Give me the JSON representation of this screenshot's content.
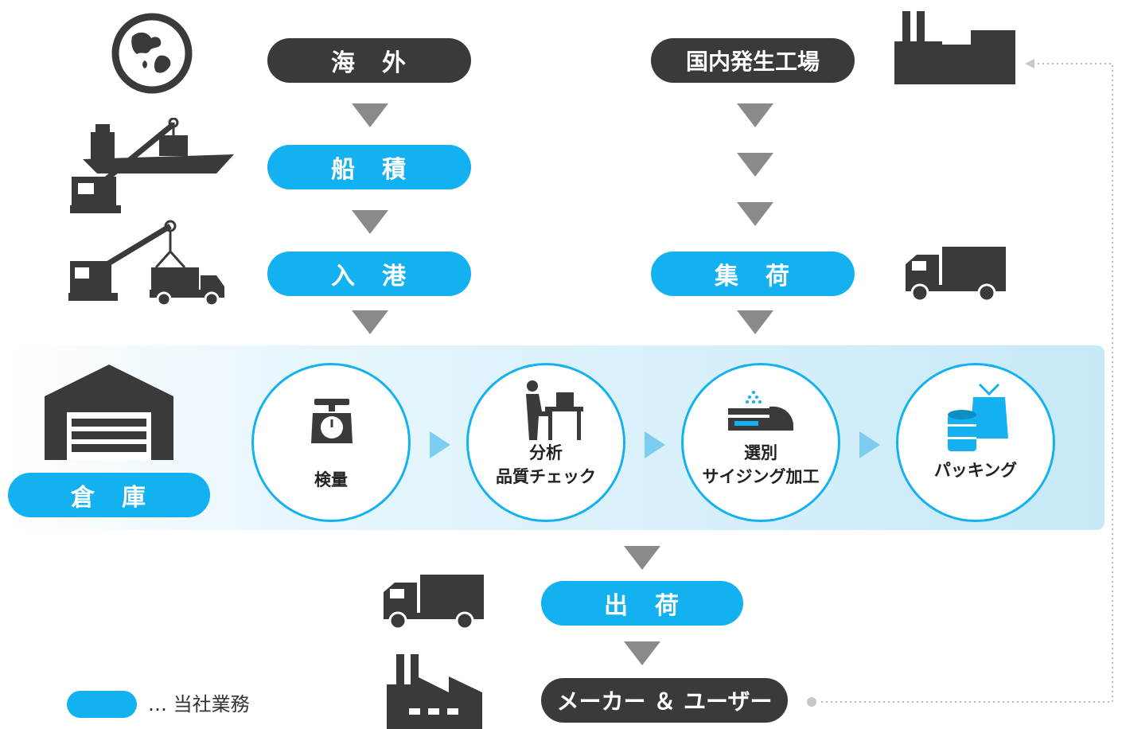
{
  "flow": {
    "overseas": "海　外",
    "shipping": "船　積",
    "port_entry": "入　港",
    "domestic_factory": "国内発生工場",
    "collection": "集　荷",
    "warehouse": "倉　庫",
    "shipment": "出　荷",
    "maker_user": "メーカー ＆ ユーザー"
  },
  "processes": [
    {
      "line1": "検量",
      "line2": ""
    },
    {
      "line1": "分析",
      "line2": "品質チェック"
    },
    {
      "line1": "選別",
      "line2": "サイジング加工"
    },
    {
      "line1": "パッキング",
      "line2": ""
    }
  ],
  "legend": {
    "text": "… 当社業務"
  },
  "colors": {
    "blue": "#14b1f0",
    "dark": "#3a3a3a",
    "arrow": "#8a8a8a"
  },
  "icons": [
    "globe-icon",
    "ship-crane-icon",
    "crane-truck-icon",
    "factory-icon",
    "truck-icon",
    "warehouse-icon",
    "scale-icon",
    "inspector-icon",
    "sorting-machine-icon",
    "drum-bag-icon"
  ]
}
